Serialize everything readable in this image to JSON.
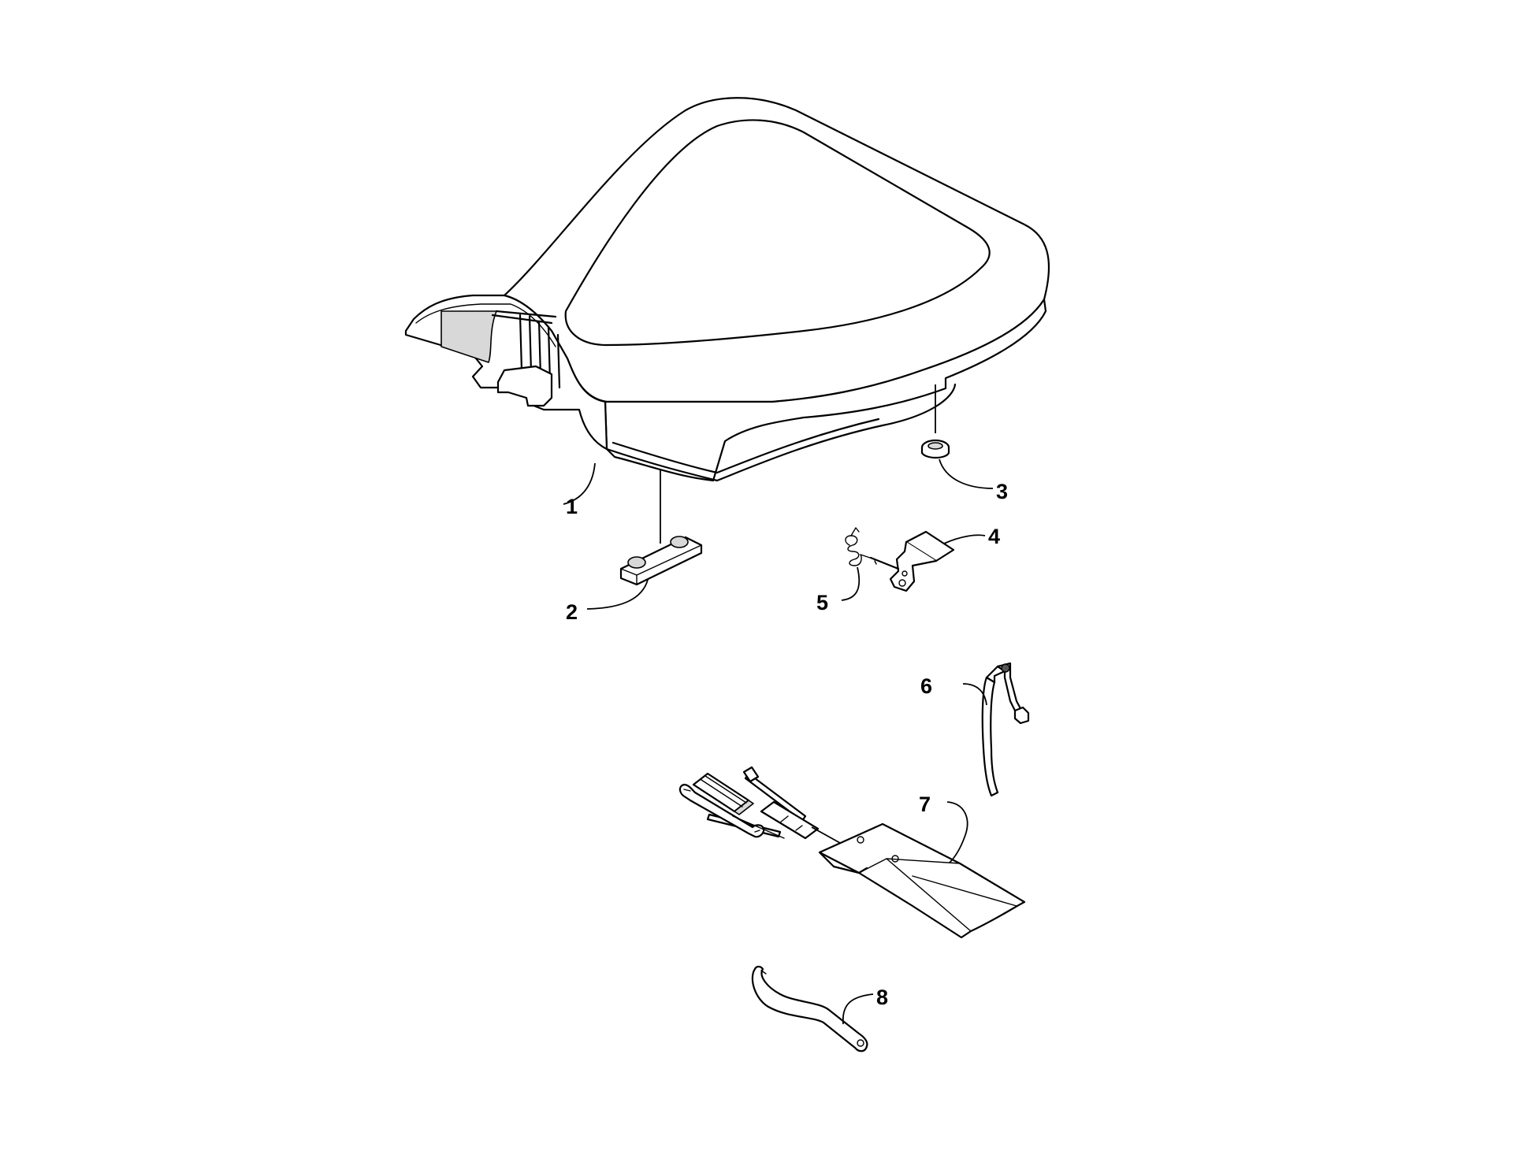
{
  "callouts": [
    {
      "id": "1",
      "label": "1"
    },
    {
      "id": "2",
      "label": "2"
    },
    {
      "id": "3",
      "label": "3"
    },
    {
      "id": "4",
      "label": "4"
    },
    {
      "id": "5",
      "label": "5"
    },
    {
      "id": "6",
      "label": "6"
    },
    {
      "id": "7",
      "label": "7"
    },
    {
      "id": "8",
      "label": "8"
    }
  ],
  "colors": {
    "line": "#000000",
    "background": "#ffffff",
    "shade": "#d8d8d8"
  }
}
